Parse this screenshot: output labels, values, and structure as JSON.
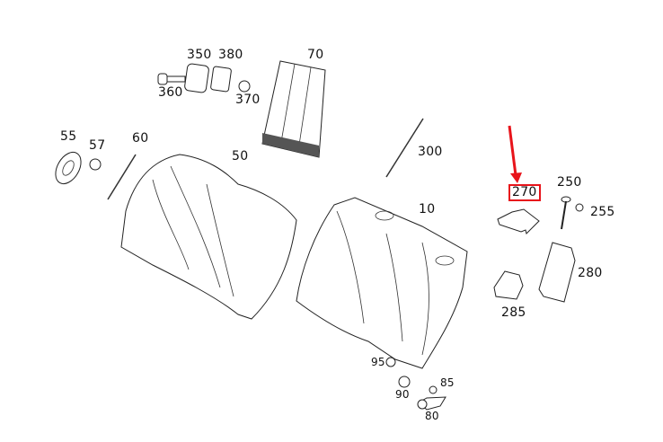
{
  "diagram": {
    "labels": {
      "l350": "350",
      "l380": "380",
      "l70": "70",
      "l360": "360",
      "l370": "370",
      "l55": "55",
      "l57": "57",
      "l60": "60",
      "l50": "50",
      "l300": "300",
      "l270": "270",
      "l250": "250",
      "l255": "255",
      "l10": "10",
      "l280": "280",
      "l285": "285",
      "l95": "95",
      "l90": "90",
      "l85": "85",
      "l80": "80"
    },
    "highlighted_part": "270",
    "highlight_color": "#e8141b"
  }
}
